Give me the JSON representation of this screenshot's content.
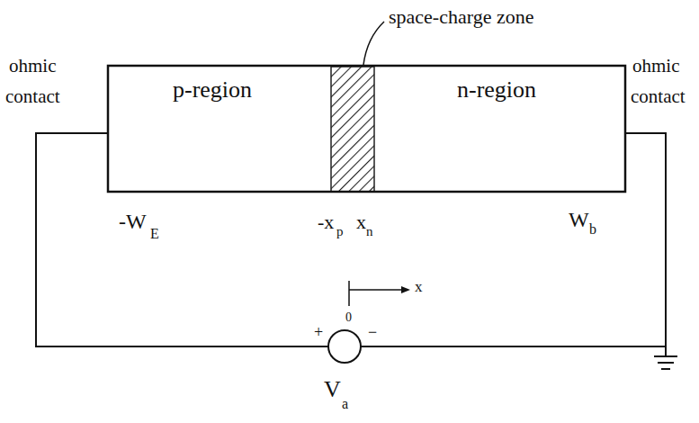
{
  "diagram": {
    "nodes": [
      {
        "text": [
          "p-region"
        ]
      },
      {
        "text": [
          "n-region"
        ]
      }
    ],
    "labels": [
      "space-charge zone",
      "ohmic",
      "contact",
      "ohmic",
      "contact",
      "-W",
      "E",
      "-x",
      "p",
      "x",
      "n",
      "W",
      "b",
      "0",
      "x",
      "+",
      "−",
      "V",
      "a"
    ]
  }
}
